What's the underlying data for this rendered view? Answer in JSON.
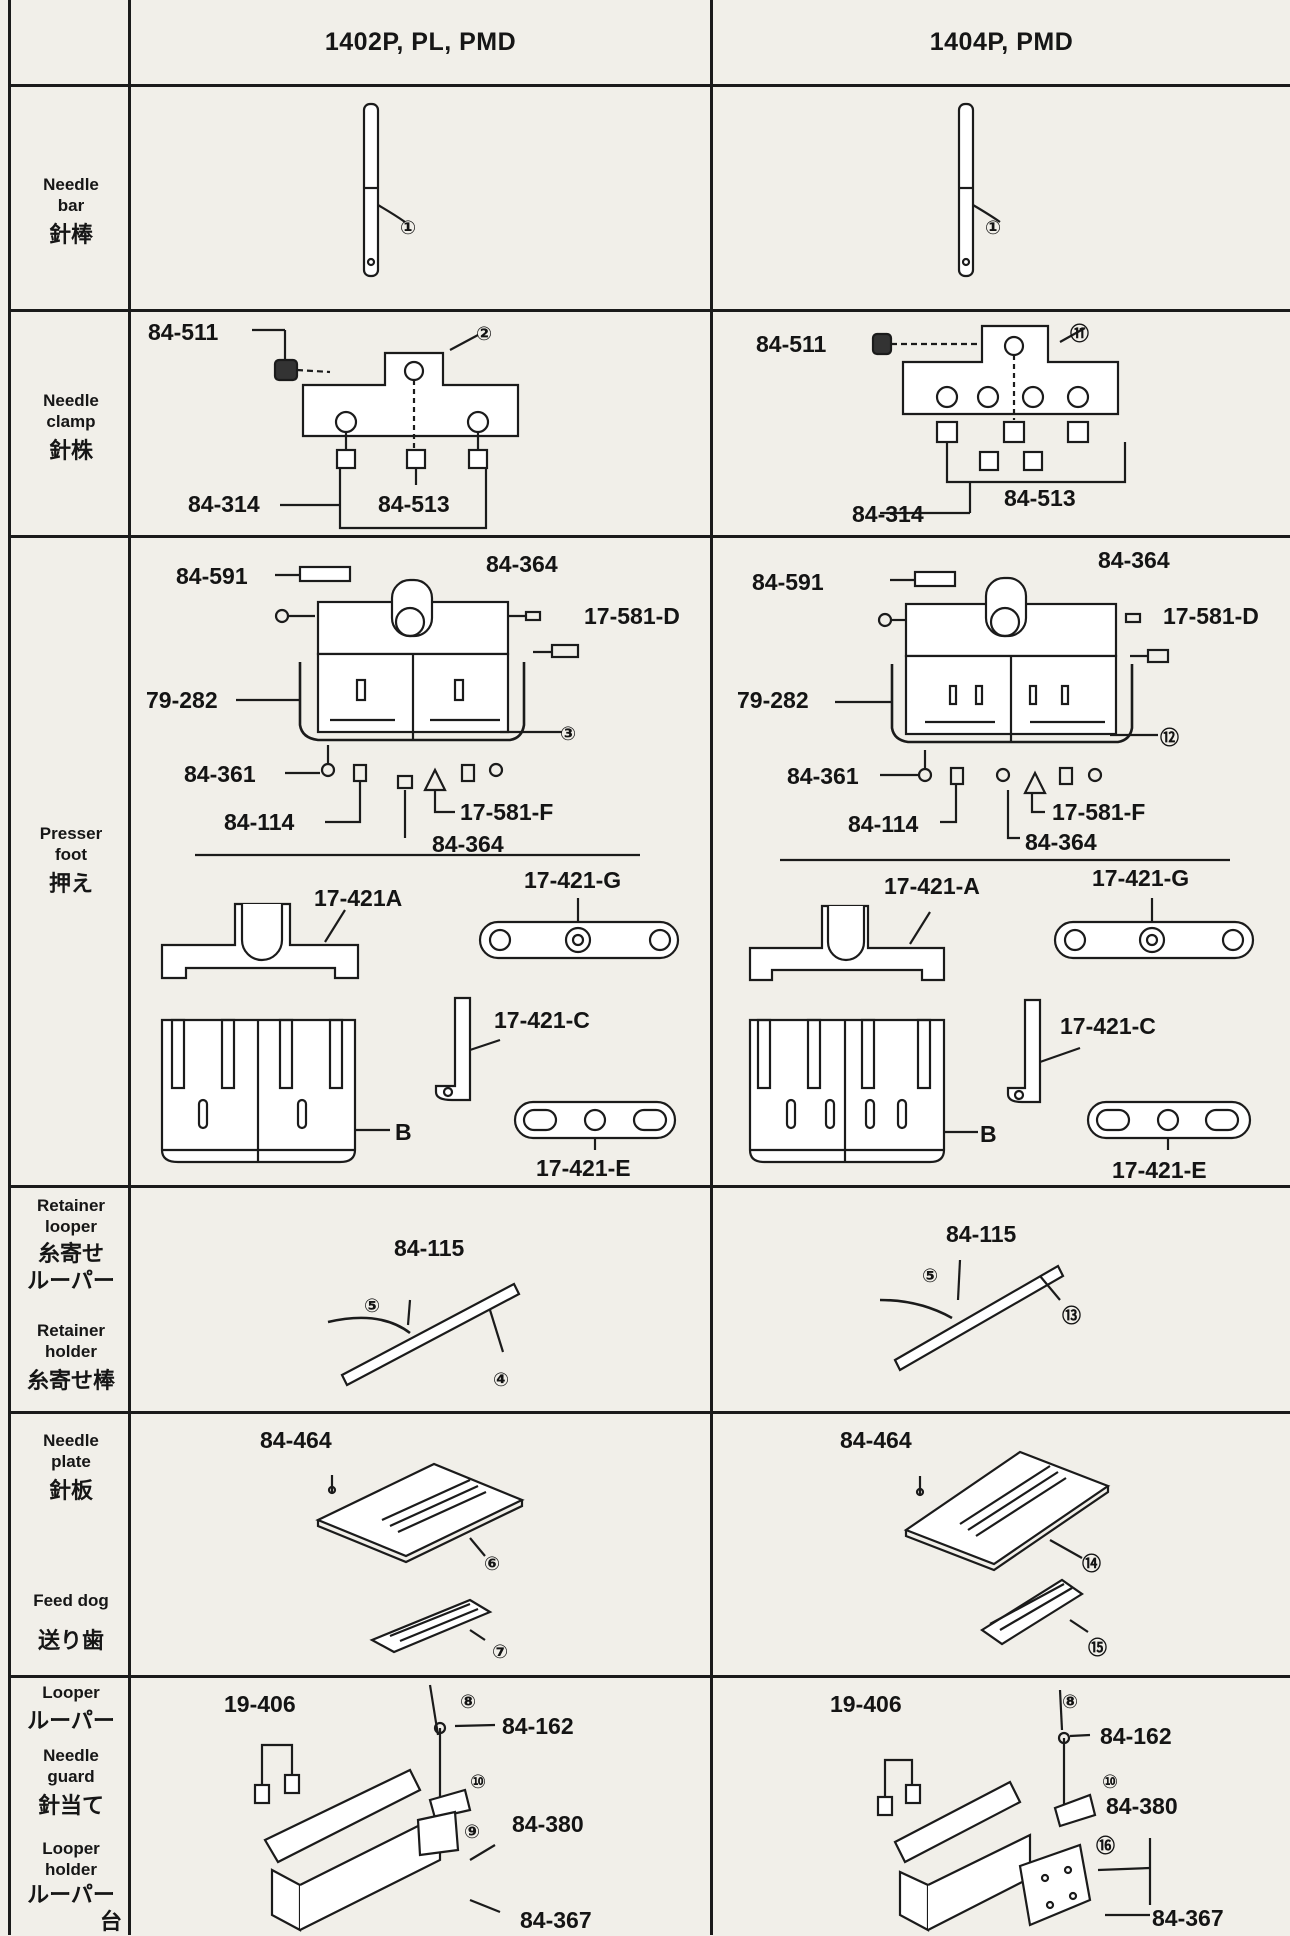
{
  "header": {
    "col1": "1402P, PL, PMD",
    "col2": "1404P, PMD"
  },
  "rows": {
    "needle_bar": {
      "en1": "Needle",
      "en2": "bar",
      "jp": "針棒"
    },
    "needle_clamp": {
      "en1": "Needle",
      "en2": "clamp",
      "jp": "針株"
    },
    "presser_foot": {
      "en1": "Presser",
      "en2": "foot",
      "jp": "押え"
    },
    "retainer_looper": {
      "en1": "Retainer",
      "en2": "looper",
      "jp1": "糸寄せ",
      "jp2": "ルーパー"
    },
    "retainer_holder": {
      "en1": "Retainer",
      "en2": "holder",
      "jp": "糸寄せ棒"
    },
    "needle_plate": {
      "en1": "Needle",
      "en2": "plate",
      "jp": "針板"
    },
    "feed_dog": {
      "en": "Feed dog",
      "jp": "送り歯"
    },
    "looper": {
      "en": "Looper",
      "jp": "ルーパー"
    },
    "needle_guard": {
      "en1": "Needle",
      "en2": "guard",
      "jp": "針当て"
    },
    "looper_holder": {
      "en1": "Looper",
      "en2": "holder",
      "jp1": "ルーパー",
      "jp2": "台"
    }
  },
  "callouts": {
    "c1": "①",
    "c2": "②",
    "c3": "③",
    "c4": "④",
    "c5": "⑤",
    "c6": "⑥",
    "c7": "⑦",
    "c8": "⑧",
    "c9": "⑨",
    "c10": "⑩",
    "c11": "⑪",
    "c12": "⑫",
    "c13": "⑬",
    "c14": "⑭",
    "c15": "⑮",
    "c16": "⑯"
  },
  "parts": {
    "p84_511": "84-511",
    "p84_314": "84-314",
    "p84_513": "84-513",
    "p84_591": "84-591",
    "p84_364": "84-364",
    "p17_581_D": "17-581-D",
    "p79_282": "79-282",
    "p84_361": "84-361",
    "p84_114": "84-114",
    "p17_581_F": "17-581-F",
    "p17_421A": "17-421A",
    "p17_421_A": "17-421-A",
    "p17_421_G": "17-421-G",
    "p17_421_C": "17-421-C",
    "p17_421_E": "17-421-E",
    "pB": "B",
    "p84_115": "84-115",
    "p84_464": "84-464",
    "p19_406": "19-406",
    "p84_162": "84-162",
    "p84_380": "84-380",
    "p84_367": "84-367"
  }
}
